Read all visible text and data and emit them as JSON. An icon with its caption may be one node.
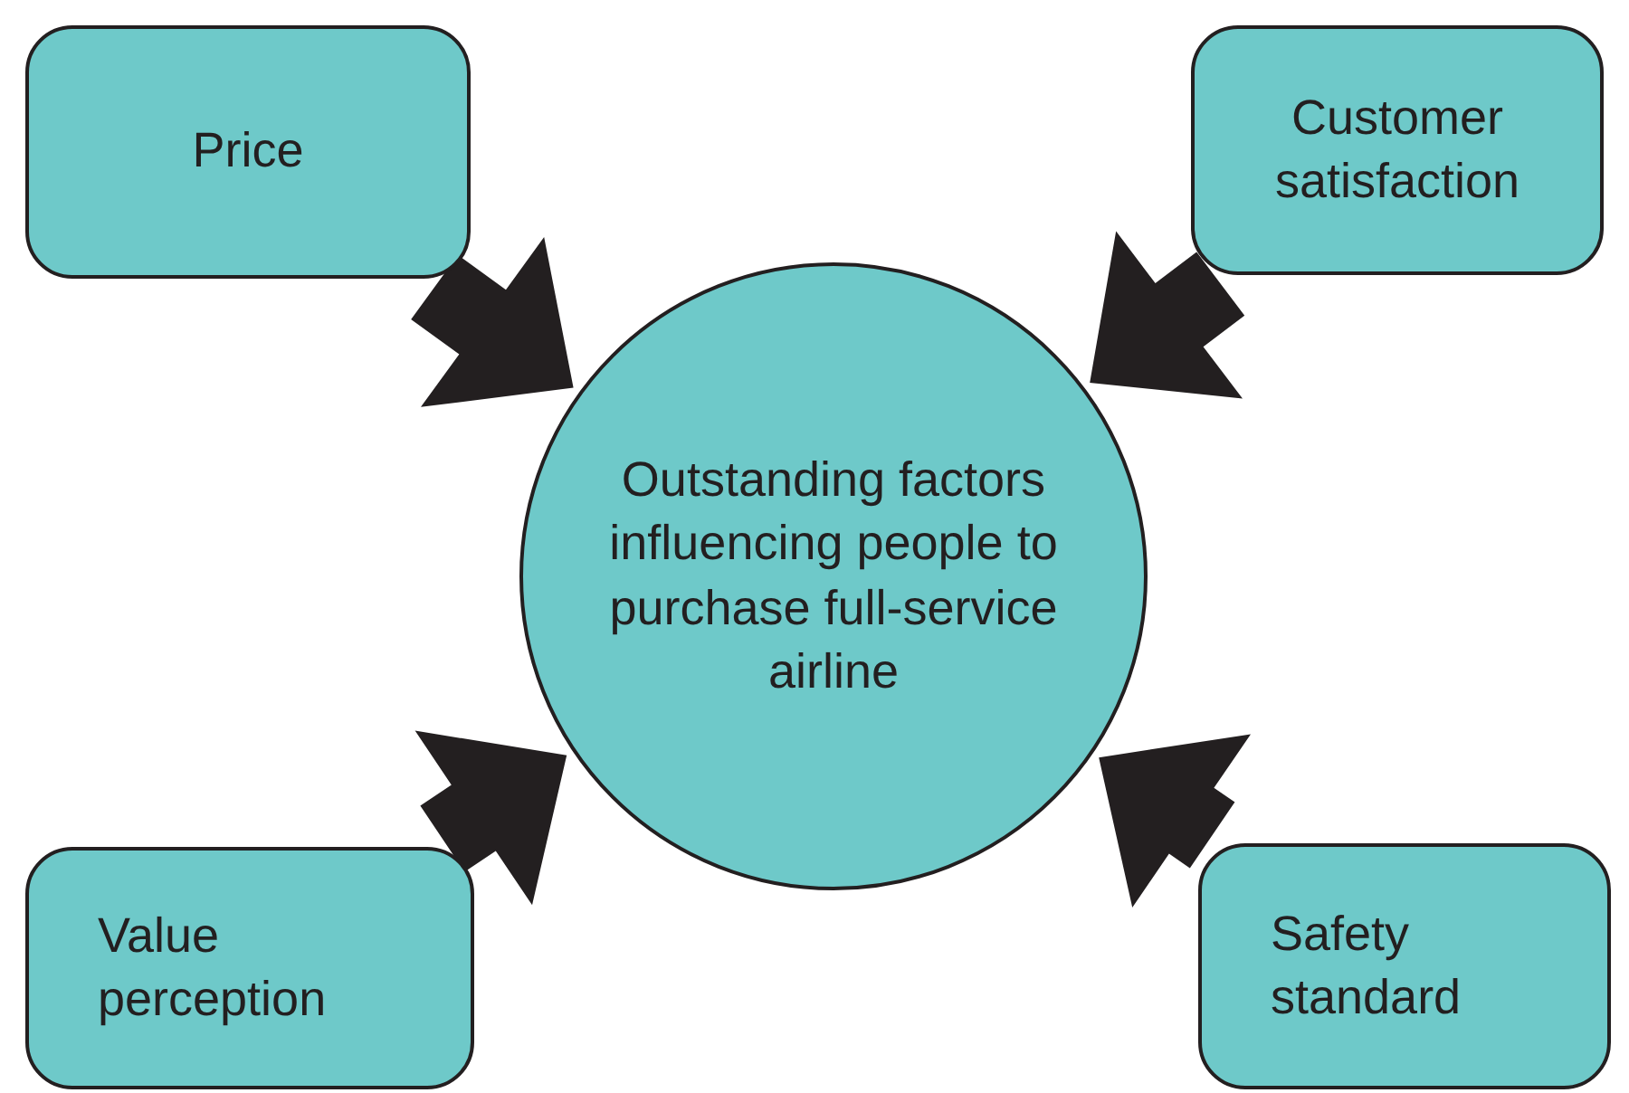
{
  "diagram": {
    "nodes": [
      {
        "text": [
          "Price"
        ]
      },
      {
        "text": [
          "Customer satisfaction"
        ]
      },
      {
        "text": [
          "Outstanding factors influencing people to purchase full-service airline"
        ]
      },
      {
        "text": [
          "Value perception"
        ]
      },
      {
        "text": [
          "Safety standard"
        ]
      }
    ],
    "edges": [
      {
        "from": 0,
        "to": 2,
        "arrow": "to"
      },
      {
        "from": 1,
        "to": 2,
        "arrow": "to"
      },
      {
        "from": 3,
        "to": 2,
        "arrow": "to"
      },
      {
        "from": 4,
        "to": 2,
        "arrow": "to"
      }
    ]
  }
}
